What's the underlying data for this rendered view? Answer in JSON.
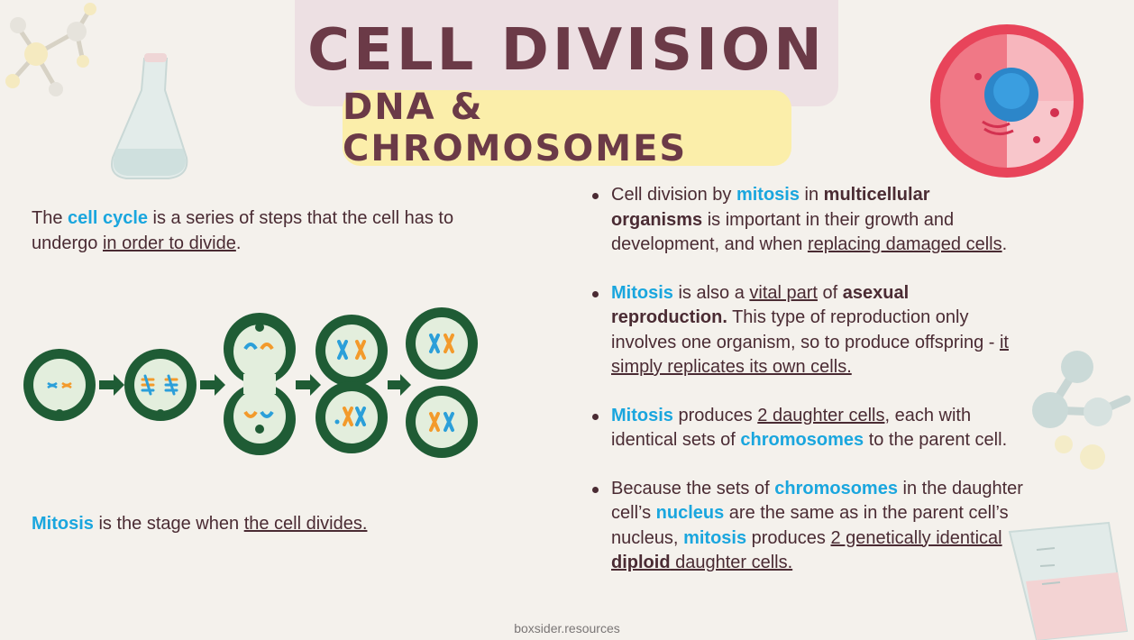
{
  "header": {
    "title": "CELL DIVISION",
    "subtitle": "DNA & CHROMOSOMES"
  },
  "left": {
    "intro": {
      "t1": "The ",
      "h1": "cell cycle",
      "t2": " is a series of steps that the cell has to undergo ",
      "u1": "in order to divide",
      "t3": "."
    },
    "mitosis_note": {
      "h1": "Mitosis",
      "t1": " is the stage when ",
      "u1": "the cell divides. "
    }
  },
  "bullets": [
    {
      "parts": [
        {
          "t": "Cell division by ",
          "s": "n"
        },
        {
          "t": "mitosis",
          "s": "h"
        },
        {
          "t": " in ",
          "s": "n"
        },
        {
          "t": "multicellular organisms",
          "s": "b"
        },
        {
          "t": " is important in their growth and development, and when ",
          "s": "n"
        },
        {
          "t": "replacing damaged cells",
          "s": "u"
        },
        {
          "t": ".",
          "s": "n"
        }
      ]
    },
    {
      "parts": [
        {
          "t": "Mitosis",
          "s": "h"
        },
        {
          "t": " is also a ",
          "s": "n"
        },
        {
          "t": "vital part",
          "s": "u"
        },
        {
          "t": " of ",
          "s": "n"
        },
        {
          "t": "asexual reproduction.",
          "s": "b"
        },
        {
          "t": " This type of reproduction only involves one organism, so to produce offspring - ",
          "s": "n"
        },
        {
          "t": "it simply replicates its own cells. ",
          "s": "u"
        }
      ]
    },
    {
      "parts": [
        {
          "t": "Mitosis",
          "s": "h"
        },
        {
          "t": " produces ",
          "s": "n"
        },
        {
          "t": "2 daughter cells",
          "s": "u"
        },
        {
          "t": ", each with identical sets of ",
          "s": "n"
        },
        {
          "t": "chromosomes",
          "s": "h"
        },
        {
          "t": " to the parent cell.",
          "s": "n"
        }
      ]
    },
    {
      "parts": [
        {
          "t": "Because the sets of ",
          "s": "n"
        },
        {
          "t": "chromosomes",
          "s": "h"
        },
        {
          "t": " in the daughter cell’s ",
          "s": "n"
        },
        {
          "t": "nucleus",
          "s": "h"
        },
        {
          "t": " are the same as in the parent cell’s nucleus, ",
          "s": "n"
        },
        {
          "t": "mitosis",
          "s": "h"
        },
        {
          "t": " produces ",
          "s": "n"
        },
        {
          "t": "2 genetically identical ",
          "s": "u"
        },
        {
          "t": "diploid",
          "s": "bu"
        },
        {
          "t": " daughter cells.",
          "s": "u"
        }
      ]
    }
  ],
  "footer": "boxsider.resources",
  "colors": {
    "accent_blue": "#1aa6de",
    "text_dark": "#4a2b33",
    "title": "#6b3a47",
    "title_bg": "#ede0e3",
    "subtitle_bg": "#fbeeaa",
    "cell_dark_green": "#1f5c35",
    "cell_light_green": "#e3eedd",
    "chromosome_orange": "#f39a2b",
    "chromosome_blue": "#2b9fd9"
  },
  "icons": [
    "molecule-icon",
    "flask-icon",
    "animal-cell-icon",
    "molecule-icon-right",
    "beaker-icon",
    "arrow-right-icon",
    "chromosome-icon"
  ]
}
